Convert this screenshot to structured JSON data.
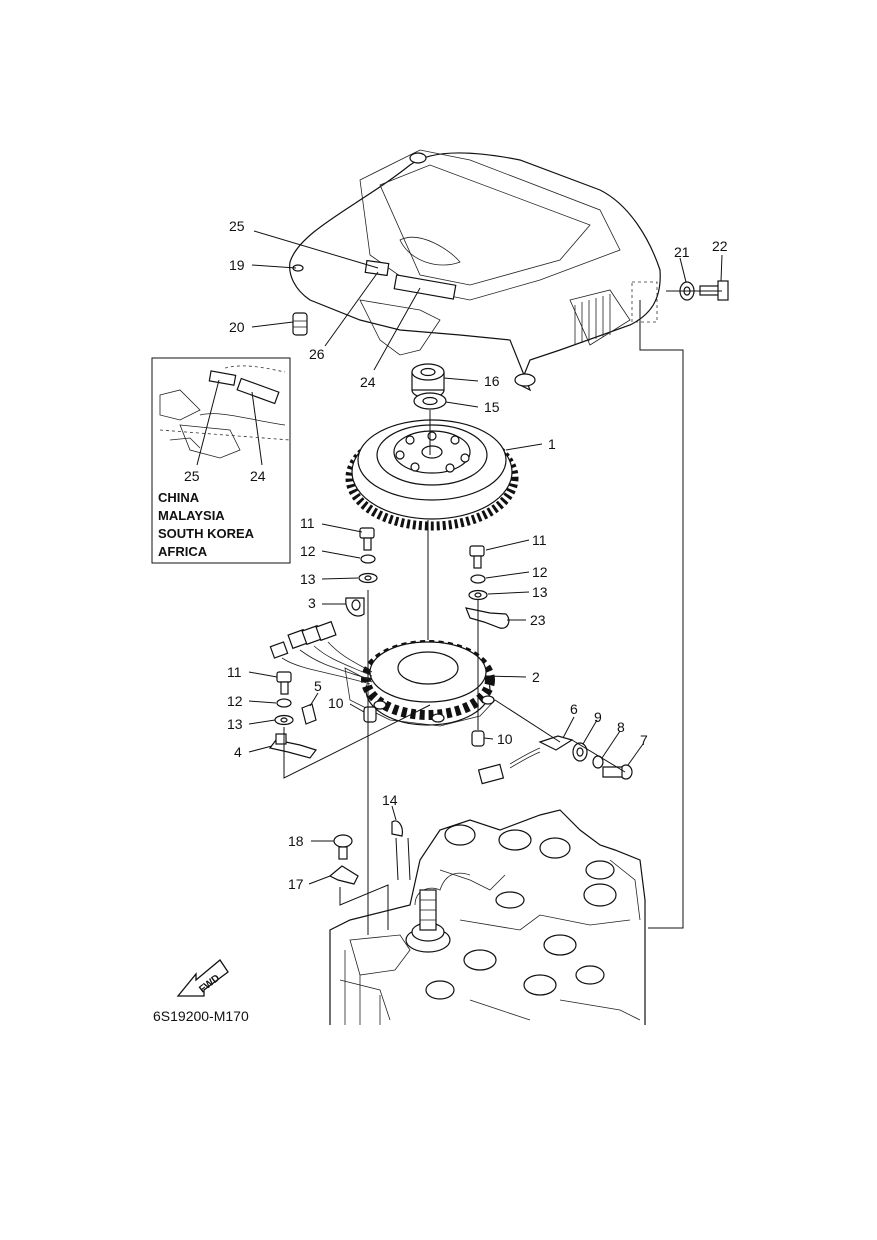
{
  "diagram_code": "6S19200-M170",
  "fwd_label": "FWD",
  "inset": {
    "labels": [
      "25",
      "24"
    ],
    "regions": [
      "CHINA",
      "MALAYSIA",
      "SOUTH KOREA",
      "AFRICA"
    ]
  },
  "callouts": {
    "c1": "1",
    "c2": "2",
    "c3": "3",
    "c4": "4",
    "c5": "5",
    "c6": "6",
    "c7": "7",
    "c8": "8",
    "c9": "9",
    "c10a": "10",
    "c10b": "10",
    "c11a": "11",
    "c11b": "11",
    "c11c": "11",
    "c12a": "12",
    "c12b": "12",
    "c12c": "12",
    "c13a": "13",
    "c13b": "13",
    "c13c": "13",
    "c14": "14",
    "c15": "15",
    "c16": "16",
    "c17": "17",
    "c18": "18",
    "c19": "19",
    "c20": "20",
    "c21": "21",
    "c22": "22",
    "c23": "23",
    "c24": "24",
    "c25": "25",
    "c26": "26"
  }
}
